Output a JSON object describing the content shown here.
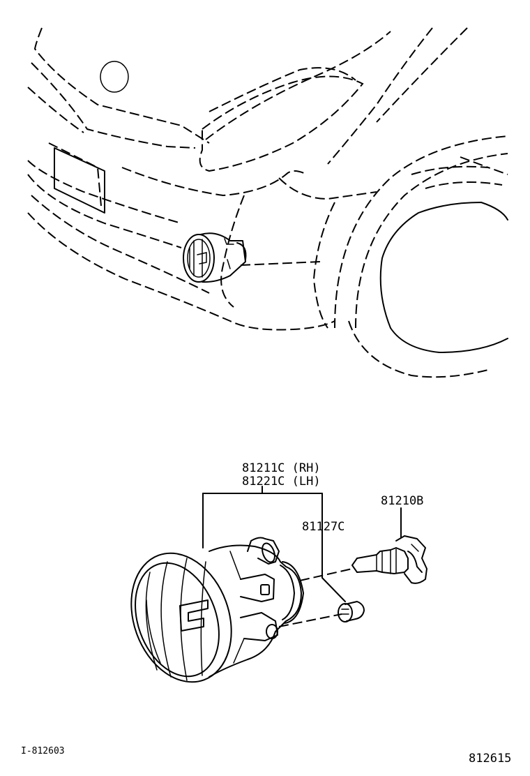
{
  "labels": {
    "assembly_rh": "81211C (RH)",
    "assembly_lh": "81221C (LH)",
    "bulb": "81210B",
    "screw": "81127C"
  },
  "footer": {
    "illustration_id": "I-812603",
    "page_ref": "812615"
  }
}
